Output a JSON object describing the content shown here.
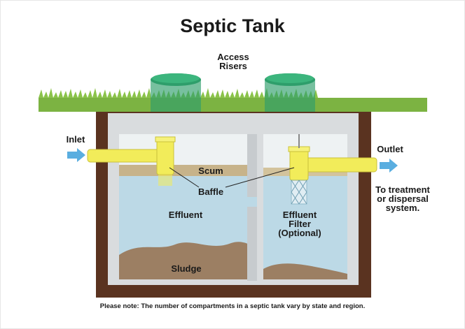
{
  "title": "Septic Tank",
  "labels": {
    "access_risers": [
      "Access",
      "Risers"
    ],
    "inlet": "Inlet",
    "outlet": "Outlet",
    "scum": "Scum",
    "baffle": "Baffle",
    "effluent": "Effluent",
    "effluent_filter": [
      "Effluent",
      "Filter",
      "(Optional)"
    ],
    "sludge": "Sludge",
    "treatment": [
      "To treatment",
      "or dispersal",
      "system."
    ]
  },
  "note": "Please note: The number of compartments in a septic tank vary by state and region.",
  "colors": {
    "grass": "#7cb342",
    "soil": "#5a3320",
    "tank_wall": "#d9dcde",
    "water": "#bcd9e6",
    "scum": "#c7b38a",
    "sludge": "#9c7f63",
    "pipe": "#f2ec5a",
    "riser": "#2e9e6b",
    "arrow": "#5aaee0"
  }
}
